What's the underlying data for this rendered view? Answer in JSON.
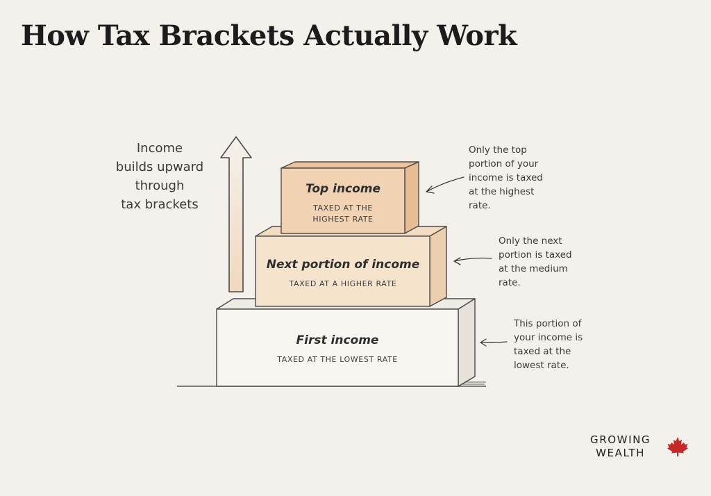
{
  "title": "How Tax Brackets Actually Work",
  "side_label": [
    "Income",
    "builds upward",
    "through",
    "tax brackets"
  ],
  "blocks": {
    "top": {
      "name": "Top income",
      "rate": [
        "TAXED AT THE",
        "HIGHEST RATE"
      ]
    },
    "middle": {
      "name": "Next portion of income",
      "rate": [
        "TAXED AT A HIGHER RATE"
      ]
    },
    "bottom": {
      "name": "First income",
      "rate": [
        "TAXED AT THE LOWEST RATE"
      ]
    }
  },
  "notes": {
    "top": [
      "Only the top",
      "portion of your",
      "income is taxed",
      "at the highest",
      "rate."
    ],
    "middle": [
      "Only the next",
      "portion is taxed",
      "at the medium",
      "rate."
    ],
    "bottom": [
      "This portion of",
      "your income is",
      "taxed at the",
      "lowest rate."
    ]
  },
  "brand": {
    "line1": "GROWING",
    "line2": "WEALTH",
    "logo": "maple-leaf-icon"
  },
  "colors": {
    "background": "#f4f1ec",
    "top_block": "#f1d3b3",
    "middle_block": "#f6e3cc",
    "bottom_block": "#f8f6f1",
    "leaf": "#c62828"
  }
}
